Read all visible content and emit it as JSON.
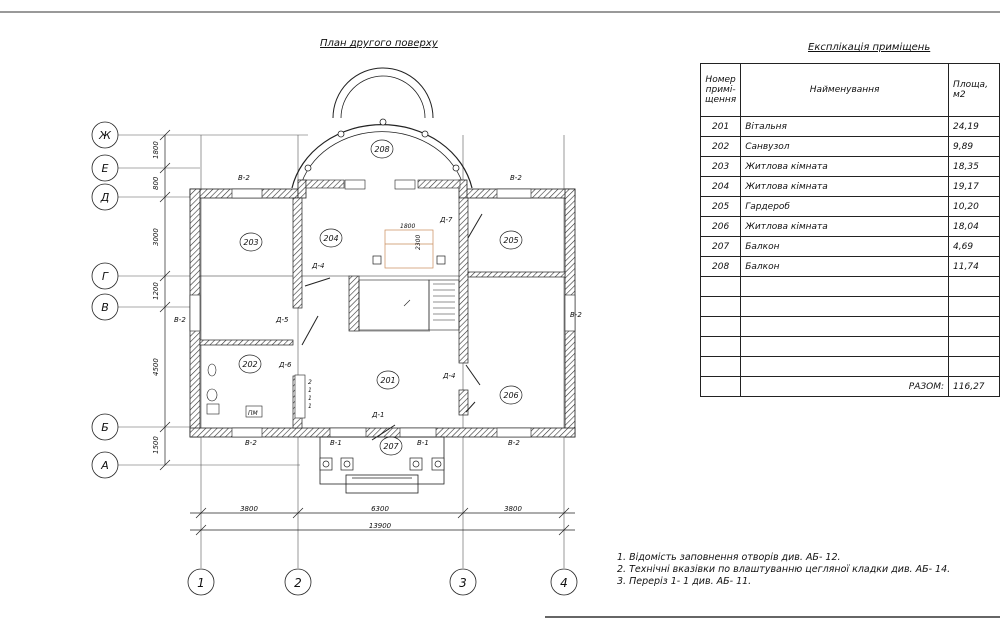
{
  "plan": {
    "title": "План другого поверху",
    "axes_letters": [
      "Ж",
      "Е",
      "Д",
      "Г",
      "В",
      "Б",
      "А"
    ],
    "axes_numbers": [
      "1",
      "2",
      "3",
      "4"
    ],
    "left_dims": [
      "1800",
      "800",
      "3000",
      "1200",
      "4500",
      "1500"
    ],
    "bottom_dims": [
      "3800",
      "6300",
      "3800"
    ],
    "total_dim": "13900",
    "rooms": [
      "201",
      "202",
      "203",
      "204",
      "205",
      "206",
      "207",
      "208"
    ],
    "windows": [
      "В-2",
      "В-2",
      "В-2",
      "В-2",
      "В-2",
      "В-2",
      "В-1",
      "В-1"
    ],
    "doors": [
      "Д-1",
      "Д-4",
      "Д-4",
      "Д-5",
      "Д-6",
      "Д-7"
    ],
    "inner_dims": [
      "1800",
      "2300"
    ],
    "stair_steps": [
      "2",
      "1",
      "1",
      "1"
    ],
    "pm_label": "ПМ"
  },
  "explication": {
    "title": "Експлікація приміщень",
    "headers": [
      "Номер примі-щення",
      "Найменування",
      "Площа, м2"
    ],
    "rows": [
      {
        "num": "201",
        "name": "Вітальня",
        "area": "24,19"
      },
      {
        "num": "202",
        "name": "Санвузол",
        "area": "9,89"
      },
      {
        "num": "203",
        "name": "Житлова кімната",
        "area": "18,35"
      },
      {
        "num": "204",
        "name": "Житлова кімната",
        "area": "19,17"
      },
      {
        "num": "205",
        "name": "Гардероб",
        "area": "10,20"
      },
      {
        "num": "206",
        "name": "Житлова кімната",
        "area": "18,04"
      },
      {
        "num": "207",
        "name": "Балкон",
        "area": "4,69"
      },
      {
        "num": "208",
        "name": "Балкон",
        "area": "11,74"
      }
    ],
    "total_label": "РАЗОМ:",
    "total_value": "116,27"
  },
  "notes": [
    "1. Відомість заповнення отворів див. АБ- 12.",
    "2. Технічні вказівки по влаштуванню цегляної кладки див. АБ- 14.",
    "3. Переріз 1- 1 див. АБ- 11."
  ]
}
